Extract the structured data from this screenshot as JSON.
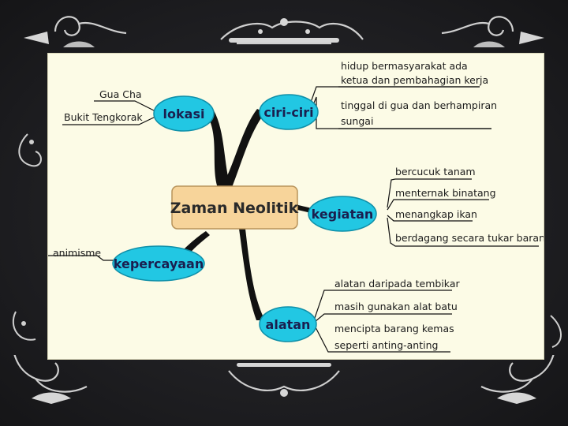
{
  "mindmap": {
    "center": "Zaman Neolitik",
    "branches": {
      "lokasi": {
        "label": "lokasi",
        "items": [
          "Gua Cha",
          "Bukit Tengkorak"
        ]
      },
      "ciri": {
        "label": "ciri-ciri",
        "items": [
          [
            "hidup bermasyarakat ada",
            "ketua dan pembahagian kerja"
          ],
          [
            "tinggal di gua dan berhampiran",
            "sungai"
          ]
        ]
      },
      "kegiatan": {
        "label": "kegiatan",
        "items": [
          "bercucuk tanam",
          "menternak binatang",
          "menangkap ikan",
          "berdagang secara tukar barang"
        ]
      },
      "kepercayaan": {
        "label": "kepercayaan",
        "items": [
          "animisme"
        ]
      },
      "alatan": {
        "label": "alatan",
        "items": [
          [
            "alatan daripada tembikar"
          ],
          [
            "masih gunakan alat batu"
          ],
          [
            "mencipta barang kemas",
            "seperti anting-anting"
          ]
        ]
      }
    }
  },
  "colors": {
    "bubble_fill": "#22c7e3",
    "bubble_stroke": "#0f8fa8",
    "center_fill": "#f7d49a",
    "center_stroke": "#b8935a",
    "background": "#fcfbe6",
    "slide_bg": "#1c1c1f",
    "ornament": "#c9c9c9"
  }
}
